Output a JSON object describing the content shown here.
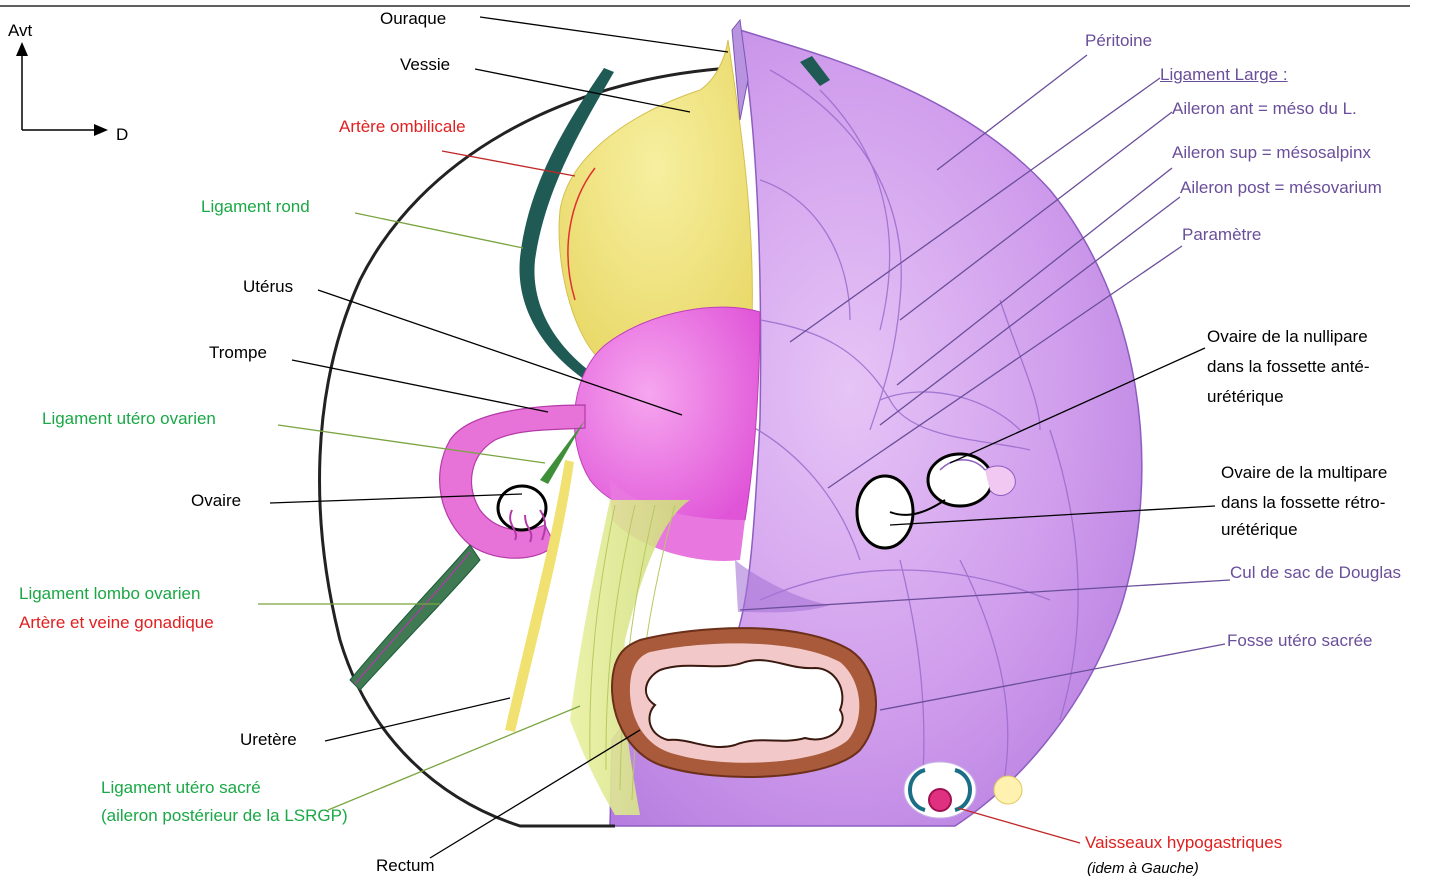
{
  "orientation": {
    "up": "Avt",
    "right": "D"
  },
  "labels": {
    "ouraque": "Ouraque",
    "vessie": "Vessie",
    "artere_ombilicale": "Artère ombilicale",
    "ligament_rond": "Ligament rond",
    "uterus": "Utérus",
    "trompe": "Trompe",
    "ligament_utero_ovarien": "Ligament utéro ovarien",
    "ovaire": "Ovaire",
    "ligament_lombo_ovarien": "Ligament lombo ovarien",
    "artere_veine_gonadique": "Artère et veine gonadique",
    "uretere": "Uretère",
    "ligament_utero_sacre_1": "Ligament utéro sacré",
    "ligament_utero_sacre_2": "(aileron postérieur de la LSRGP)",
    "rectum": "Rectum",
    "peritoine": "Péritoine",
    "ligament_large": "Ligament Large :",
    "aileron_ant": "Aileron ant = méso du L.",
    "aileron_sup": "Aileron sup = mésosalpinx",
    "aileron_post": "Aileron post = mésovarium",
    "parametre": "Paramètre",
    "ovaire_nullipare_1": "Ovaire de la nullipare",
    "ovaire_nullipare_2": "dans la fossette anté-",
    "ovaire_nullipare_3": "urétérique",
    "ovaire_multipare_1": "Ovaire de la multipare",
    "ovaire_multipare_2": "dans la fossette rétro-",
    "ovaire_multipare_3": "urétérique",
    "douglas": "Cul de sac de Douglas",
    "fosse_utero_sacree": "Fosse utéro sacrée",
    "vaisseaux": "Vaisseaux hypogastriques",
    "vaisseaux_note": "(idem à Gauche)"
  },
  "colors": {
    "black_label": "#000000",
    "red_label": "#e02020",
    "green_label": "#1aa846",
    "purple_label": "#6a4e9a",
    "peritoneum": "#c58ce8",
    "bladder": "#f2e68a",
    "uterus": "#e96ce0",
    "round_ligament": "#1f5a54",
    "rectum": "#a85a3a"
  }
}
